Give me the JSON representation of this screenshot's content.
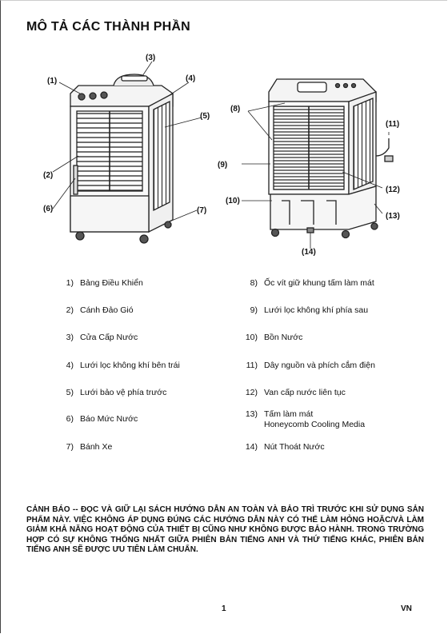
{
  "page": {
    "title": "MÔ TẢ CÁC THÀNH PHẦN",
    "page_number": "1",
    "language": "VN"
  },
  "diagram": {
    "callouts": [
      "(1)",
      "(2)",
      "(3)",
      "(4)",
      "(5)",
      "(6)",
      "(7)",
      "(8)",
      "(9)",
      "(10)",
      "(11)",
      "(12)",
      "(13)",
      "(14)"
    ]
  },
  "parts_left": [
    {
      "num": "1)",
      "label": "Bảng Điều Khiển"
    },
    {
      "num": "2)",
      "label": "Cánh Đảo Gió"
    },
    {
      "num": "3)",
      "label": "Cửa Cấp Nước"
    },
    {
      "num": "4)",
      "label": "Lưới lọc không khí bên trái"
    },
    {
      "num": "5)",
      "label": "Lưới bảo vệ phía trước"
    },
    {
      "num": "6)",
      "label": "Báo Mức Nước"
    },
    {
      "num": "7)",
      "label": "Bánh Xe"
    }
  ],
  "parts_right": [
    {
      "num": "8)",
      "label": "Ốc vít giữ khung tấm làm mát"
    },
    {
      "num": "9)",
      "label": "Lưới lọc không khí phía sau"
    },
    {
      "num": "10)",
      "label": "Bồn Nước"
    },
    {
      "num": "11)",
      "label": "Dây nguồn và phích cắm điện"
    },
    {
      "num": "12)",
      "label": "Van cấp nước liên tục"
    },
    {
      "num": "13)",
      "label": "Tấm làm mát\nHoneycomb Cooling Media"
    },
    {
      "num": "14)",
      "label": "Nút Thoát Nước"
    }
  ],
  "warning": "CẢNH BÁO -- ĐỌC VÀ GIỮ LẠI SÁCH HƯỚNG DẪN AN TOÀN VÀ BẢO TRÌ TRƯỚC KHI SỬ DỤNG SẢN PHẨM NÀY. VIỆC KHÔNG ÁP DỤNG ĐÚNG CÁC HƯỚNG DẪN NÀY CÓ THỂ LÀM HỎNG HOẶC/VÀ LÀM GIẢM KHẢ NĂNG HOẠT ĐỘNG CỦA THIẾT BỊ CŨNG NHƯ KHÔNG ĐƯỢC BẢO HÀNH. TRONG TRƯỜNG HỢP CÓ SỰ KHÔNG THỐNG NHẤT GIỮA PHIÊN BẢN TIẾNG ANH VÀ THỨ TIẾNG KHÁC, PHIÊN BẢN TIẾNG ANH SẼ ĐƯỢC ƯU TIÊN LÀM CHUẨN."
}
